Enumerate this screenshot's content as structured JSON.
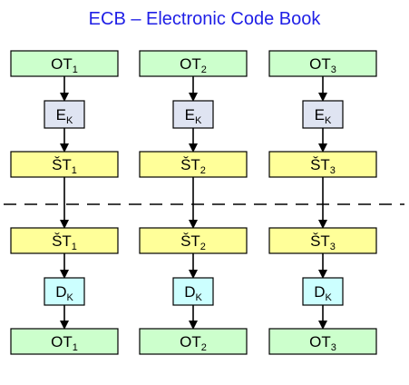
{
  "title": "ECB – Electronic Code Book",
  "columns": [
    {
      "ot": "OT",
      "enc": "E",
      "st": "ŠT",
      "dec": "D",
      "sub": "1",
      "key_sub": "K"
    },
    {
      "ot": "OT",
      "enc": "E",
      "st": "ŠT",
      "dec": "D",
      "sub": "2",
      "key_sub": "K"
    },
    {
      "ot": "OT",
      "enc": "E",
      "st": "ŠT",
      "dec": "D",
      "sub": "3",
      "key_sub": "K"
    }
  ],
  "colors": {
    "title": "#1f1fe6",
    "plaintext_box": "#ccffcc",
    "encrypt_box": "#dfe4f2",
    "ciphertext_box": "#ffff99",
    "decrypt_box": "#ccffff",
    "stroke": "#000000"
  }
}
